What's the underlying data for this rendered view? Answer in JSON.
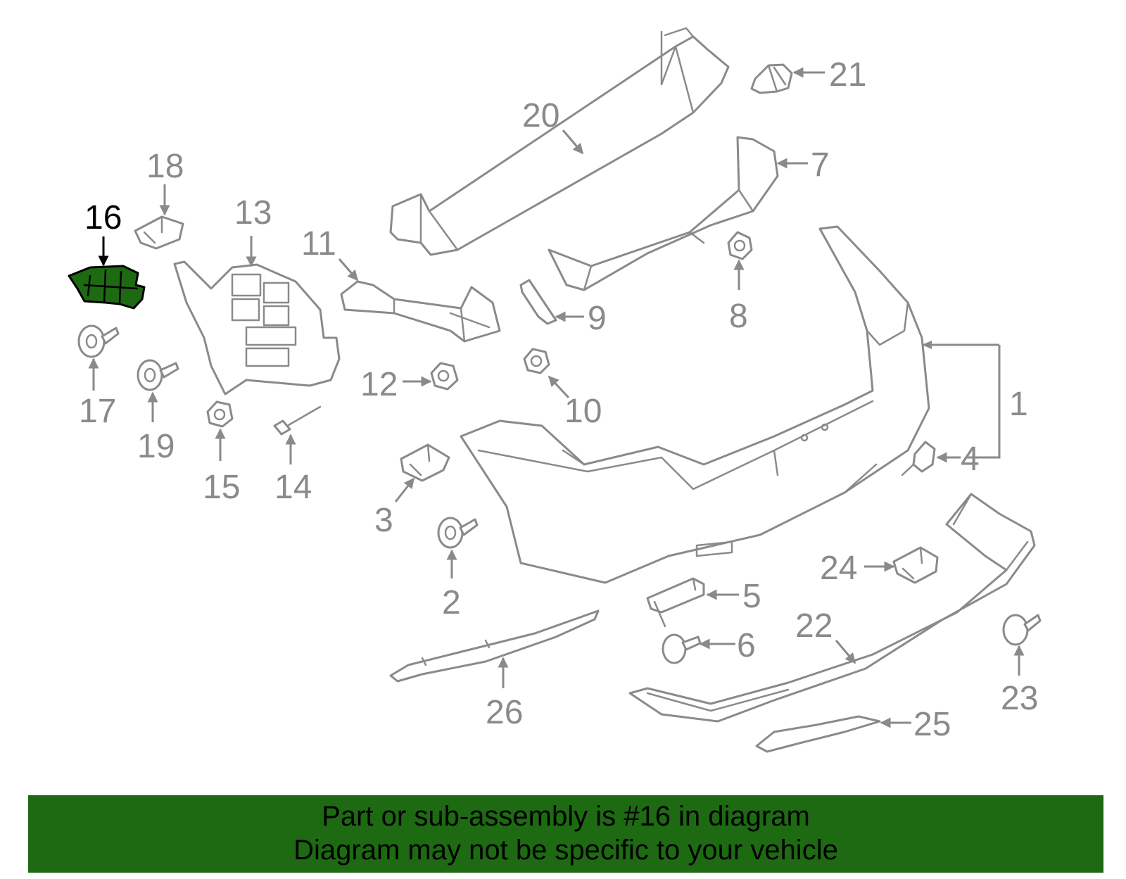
{
  "diagram": {
    "highlighted_part": "16",
    "colors": {
      "highlight": "#1d6a12",
      "outline": "#8a8a8a",
      "callout_active": "#000000"
    },
    "callouts": [
      "1",
      "2",
      "3",
      "4",
      "5",
      "6",
      "7",
      "8",
      "9",
      "10",
      "11",
      "12",
      "13",
      "14",
      "15",
      "16",
      "17",
      "18",
      "19",
      "20",
      "21",
      "22",
      "23",
      "24",
      "25",
      "26"
    ]
  },
  "banner": {
    "line1": "Part or sub-assembly is #16 in diagram",
    "line2": "Diagram may not be specific to your vehicle"
  }
}
